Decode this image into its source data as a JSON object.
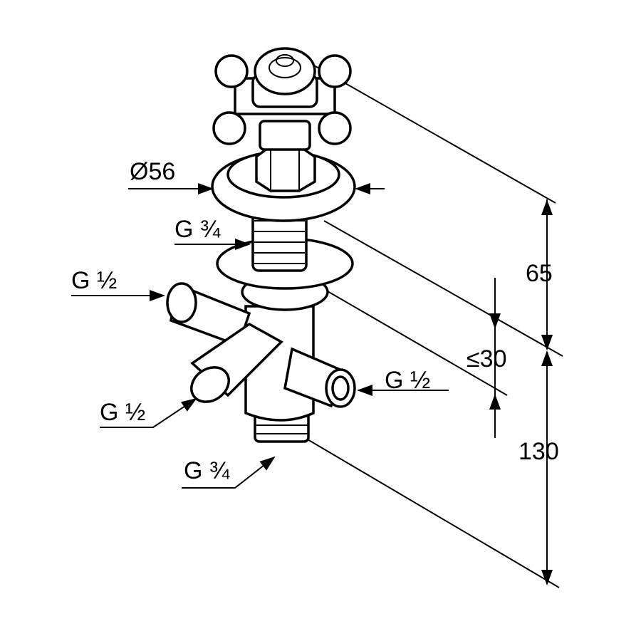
{
  "drawing": {
    "labels": {
      "diameter": "Ø56",
      "thread_upper": "G ¾",
      "inlet_left": "G ½",
      "outlet_right": "G ½",
      "outlet_front": "G ½",
      "thread_bottom": "G ¾",
      "dim_65": "65",
      "dim_30": "≤30",
      "dim_130": "130"
    },
    "colors": {
      "line": "#000000",
      "background": "#ffffff"
    }
  }
}
